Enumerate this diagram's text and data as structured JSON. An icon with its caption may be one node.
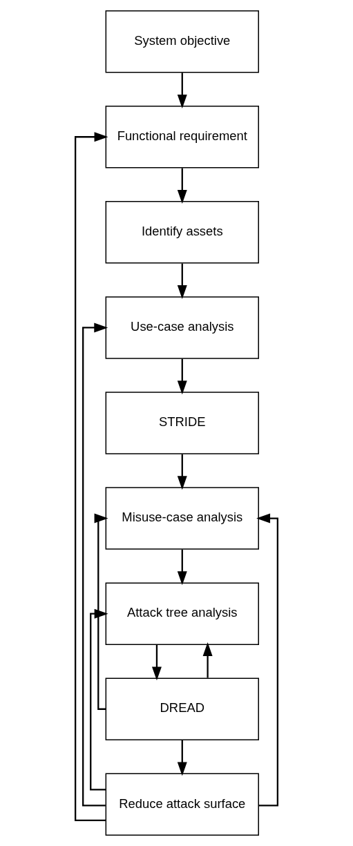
{
  "diagram": {
    "nodes": [
      {
        "text": [
          "System objective"
        ]
      },
      {
        "text": [
          "Functional requirement"
        ]
      },
      {
        "text": [
          "Identify assets"
        ]
      },
      {
        "text": [
          "Use-case analysis"
        ]
      },
      {
        "text": [
          "STRIDE"
        ]
      },
      {
        "text": [
          "Misuse-case analysis"
        ]
      },
      {
        "text": [
          "Attack tree analysis"
        ]
      },
      {
        "text": [
          "DREAD"
        ]
      },
      {
        "text": [
          "Reduce attack surface"
        ]
      }
    ],
    "edges": [
      {
        "from": 0,
        "to": 1,
        "arrow": "to"
      },
      {
        "from": 1,
        "to": 2,
        "arrow": "to"
      },
      {
        "from": 2,
        "to": 3,
        "arrow": "to"
      },
      {
        "from": 3,
        "to": 4,
        "arrow": "to"
      },
      {
        "from": 4,
        "to": 5,
        "arrow": "to"
      },
      {
        "from": 5,
        "to": 6,
        "arrow": "to"
      },
      {
        "from": 6,
        "to": 7,
        "arrow": "to"
      },
      {
        "from": 7,
        "to": 8,
        "arrow": "to"
      },
      {
        "from": 8,
        "to": 1,
        "arrow": "to"
      },
      {
        "from": 7,
        "to": 5,
        "arrow": "to"
      },
      {
        "from": 7,
        "to": 6,
        "arrow": "to"
      },
      {
        "from": 8,
        "to": 6,
        "arrow": "to"
      },
      {
        "from": 8,
        "to": 5,
        "arrow": "to"
      },
      {
        "from": 8,
        "to": 3,
        "arrow": "to"
      }
    ]
  }
}
